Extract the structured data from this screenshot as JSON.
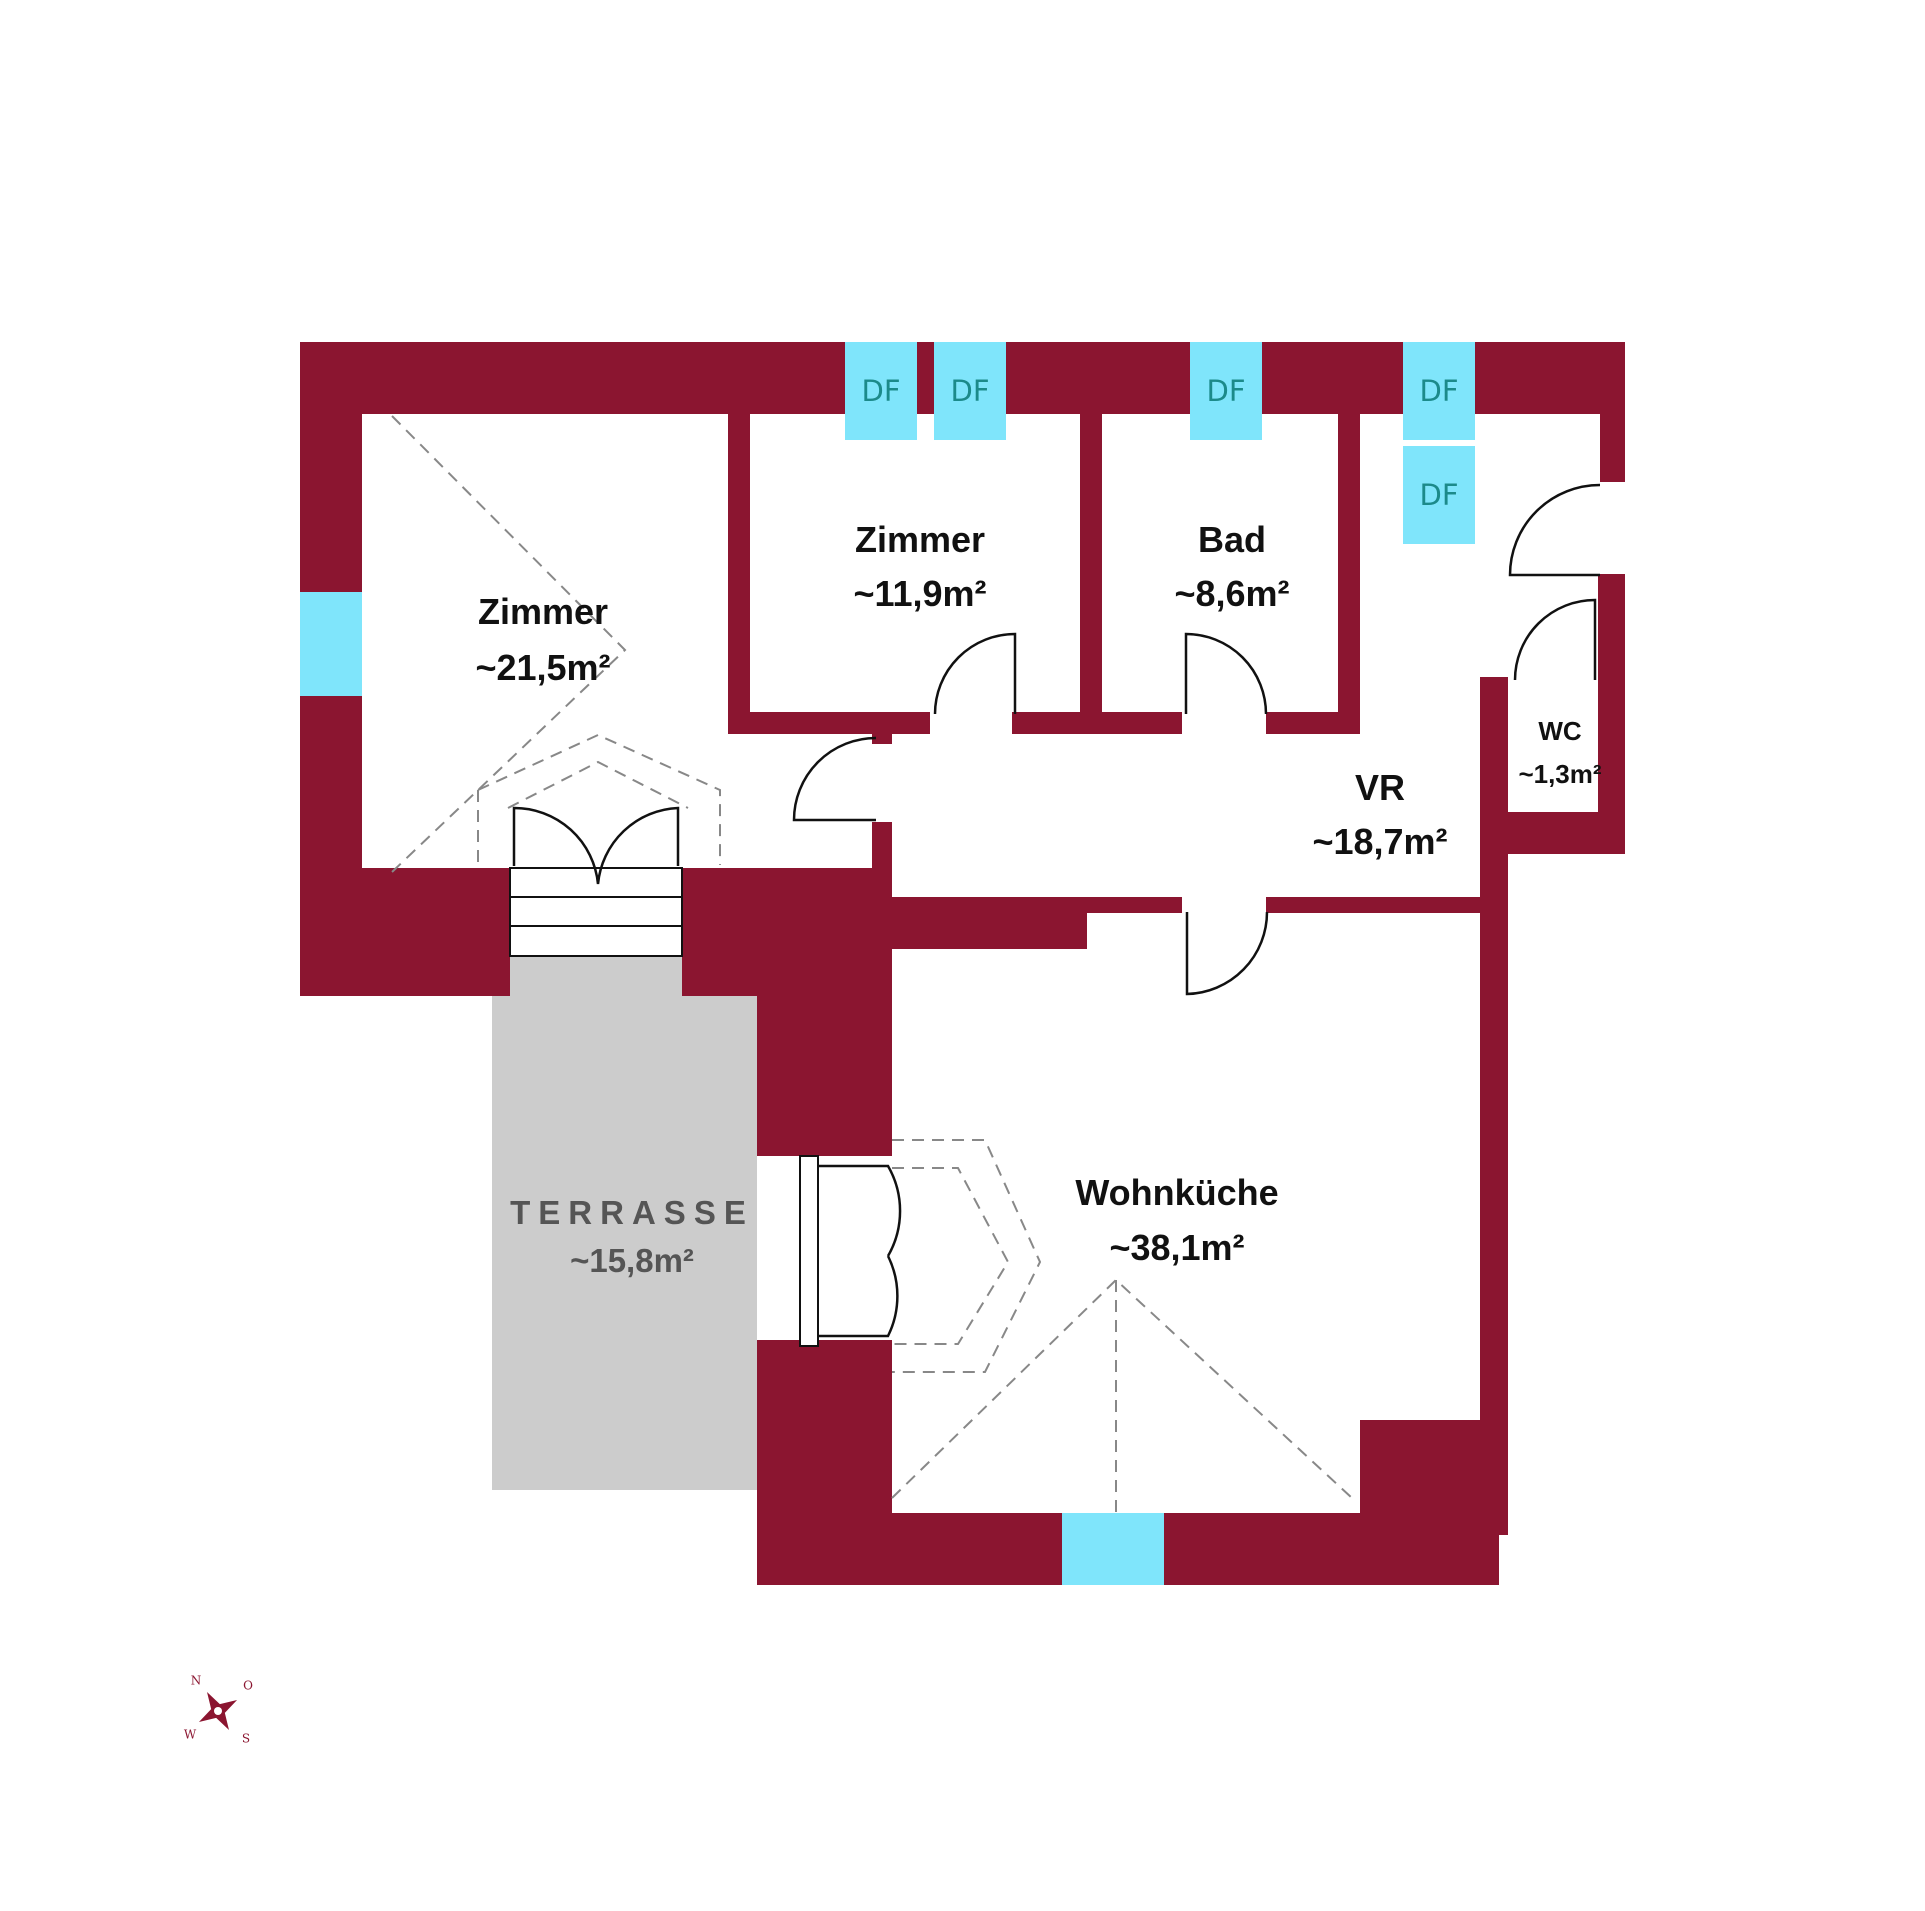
{
  "colors": {
    "wall": "#8b1530",
    "window": "#7fe5fb",
    "terrace": "#cccccc",
    "df_text": "#1c8a8a",
    "terrace_text": "#555555",
    "compass": "#8b1530"
  },
  "rooms": [
    {
      "name": "Zimmer",
      "area": "~21,5m²"
    },
    {
      "name": "Zimmer",
      "area": "~11,9m²"
    },
    {
      "name": "Bad",
      "area": "~8,6m²"
    },
    {
      "name": "VR",
      "area": "~18,7m²"
    },
    {
      "name": "WC",
      "area": "~1,3m²"
    },
    {
      "name": "Wohnküche",
      "area": "~38,1m²"
    }
  ],
  "terrace": {
    "name": "TERRASSE",
    "area": "~15,8m²"
  },
  "skylights": [
    "DF",
    "DF",
    "DF",
    "DF",
    "DF"
  ],
  "compass": {
    "icon": "compass-rose-icon",
    "letters": [
      "N",
      "O",
      "S",
      "W"
    ]
  }
}
